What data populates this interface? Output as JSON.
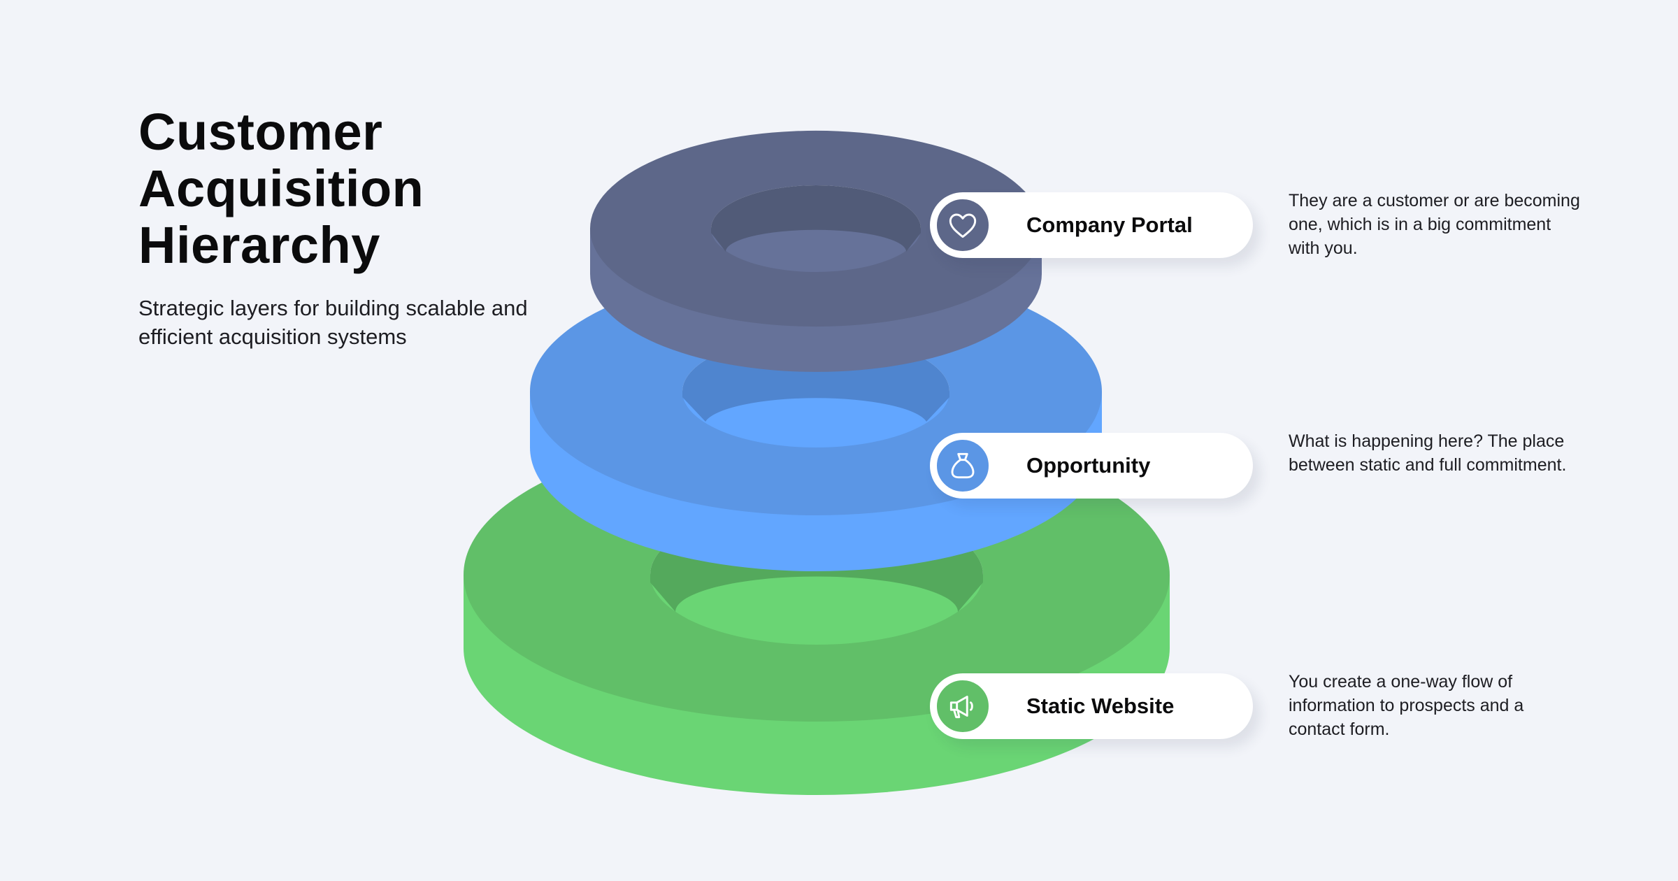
{
  "title_lines": [
    "Customer",
    "Acquisition",
    "Hierarchy"
  ],
  "subtitle": "Strategic layers for building scalable and efficient acquisition systems",
  "colors": {
    "background": "#f2f4f9",
    "tier_top": "#5d6789",
    "tier_middle": "#5b96e5",
    "tier_bottom": "#61bf68"
  },
  "tiers": [
    {
      "label": "Company Portal",
      "icon": "heart-icon",
      "description": "They are a customer or are becoming one, which is in a big commitment with you."
    },
    {
      "label": "Opportunity",
      "icon": "money-bag-icon",
      "description": "What is happening here? The place between static and full commitment."
    },
    {
      "label": "Static Website",
      "icon": "megaphone-icon",
      "description": "You create a one-way flow of information to prospects and a contact form."
    }
  ]
}
